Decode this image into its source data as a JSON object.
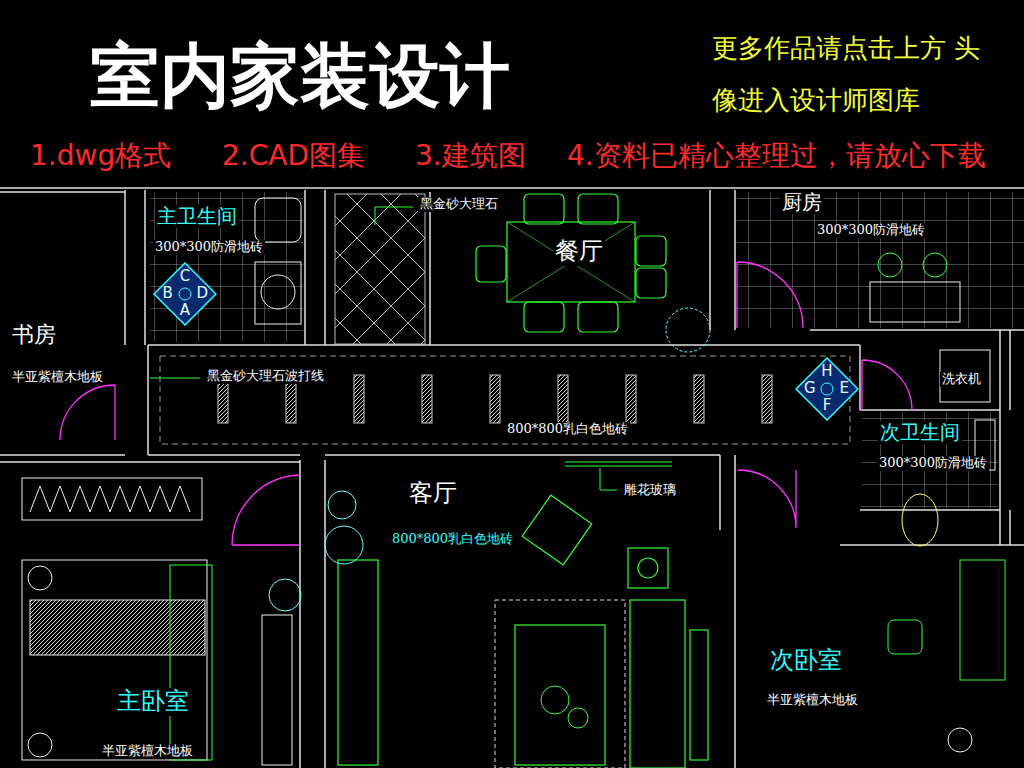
{
  "diagram": {
    "title": "室内家装设计",
    "nodes": [
      {
        "text": [
          "主卫生间",
          "300*300防滑地砖"
        ]
      },
      {
        "text": [
          "C",
          "B",
          "D",
          "A"
        ],
        "in": 0
      },
      {
        "text": [
          "餐厅"
        ]
      },
      {
        "text": [
          "厨房",
          "300*300防滑地砖"
        ]
      },
      {
        "text": [
          "书房",
          "半亚紫檀木地板"
        ]
      },
      {
        "text": [
          "黑金砂大理石波打线",
          "800*800乳白色地砖"
        ]
      },
      {
        "text": [
          "H",
          "G",
          "E",
          "F"
        ],
        "in": 5
      },
      {
        "text": [
          "次卫生间",
          "300*300防滑地砖"
        ]
      },
      {
        "text": [
          "客厅",
          "800*800乳白色地砖"
        ]
      },
      {
        "text": [
          "主卧室",
          "半亚紫檀木地板"
        ]
      },
      {
        "text": [
          "次卧室",
          "半亚紫檀木地板"
        ]
      }
    ],
    "labels": [
      "更多作品请点击上方 头像进入设计师图库",
      "1.dwg格式",
      "2.CAD图集",
      "3.建筑图",
      "4.资料已精心整理过，请放心下载",
      "黑金砂大理石",
      "洗衣机",
      "雕花玻璃"
    ]
  }
}
